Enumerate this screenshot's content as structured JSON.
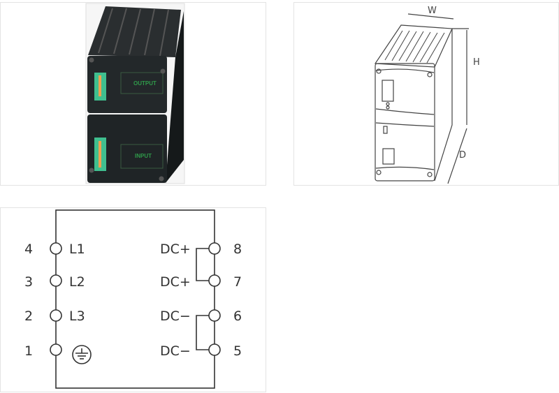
{
  "gallery": {
    "photo": {
      "alt_lettering": [
        "OUTPUT",
        "INPUT"
      ],
      "connector_color": "#3fbf8f",
      "housing_color": "#1e2224"
    },
    "dimension_drawing": {
      "width_label": "W",
      "height_label": "H",
      "depth_label": "D"
    },
    "wiring_diagram": {
      "left_terminals": [
        {
          "number": "4",
          "label": "L1"
        },
        {
          "number": "3",
          "label": "L2"
        },
        {
          "number": "2",
          "label": "L3"
        },
        {
          "number": "1",
          "label": "",
          "icon": "ground-icon"
        }
      ],
      "right_terminals": [
        {
          "number": "8",
          "label": "DC+"
        },
        {
          "number": "7",
          "label": "DC+"
        },
        {
          "number": "6",
          "label": "DC−"
        },
        {
          "number": "5",
          "label": "DC−"
        }
      ]
    }
  }
}
